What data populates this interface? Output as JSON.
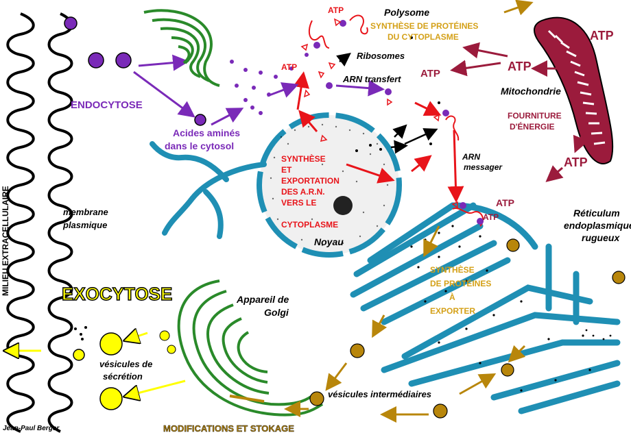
{
  "labels": {
    "polysome": "Polysome",
    "synth_cyto_1": "SYNTHÈSE DE PROTÉINES",
    "synth_cyto_2": "DU CYTOPLASME",
    "ribosomes": "Ribosomes",
    "arn_transfert": "ARN transfert",
    "mitochondrie": "Mitochondrie",
    "fourniture_1": "FOURNITURE",
    "fourniture_2": "D'ÉNERGIE",
    "endocytose": "ENDOCYTOSE",
    "acides_1": "Acides aminés",
    "acides_2": "dans le cytosol",
    "synth_arn_1": "SYNTHÈSE",
    "synth_arn_2": "ET",
    "synth_arn_3": "EXPORTATION",
    "synth_arn_4": "DES A.R.N.",
    "synth_arn_5": "VERS LE",
    "synth_arn_6": "CYTOPLASME",
    "noyau": "Noyau",
    "arn_messager_1": "ARN",
    "arn_messager_2": "messager",
    "milieu": "MILIEU EXTRACELLULAIRE",
    "membrane_1": "membrane",
    "membrane_2": "plasmique",
    "exocytose": "EXOCYTOSE",
    "golgi_1": "Appareil de",
    "golgi_2": "Golgi",
    "reticulum_1": "Réticulum",
    "reticulum_2": "endoplasmique",
    "reticulum_3": "rugueux",
    "synth_exp_1": "SYNTHÈSE",
    "synth_exp_2": "DE PROTÉINES",
    "synth_exp_3": "À",
    "synth_exp_4": "EXPORTER",
    "vesicules_secr_1": "vésicules de",
    "vesicules_secr_2": "sécrétion",
    "vesicules_inter": "vésicules intermédiaires",
    "modifications": "MODIFICATIONS ET STOKAGE",
    "author": "Jean-Paul Berger"
  },
  "atp": [
    "ATP",
    "ATP",
    "ATP",
    "ATP",
    "ATP",
    "ATP",
    "ATP",
    "ATP"
  ],
  "colors": {
    "er": "#1f8fb4",
    "golgi": "#2a8a2a",
    "mito": "#9b1b3c",
    "endo": "#7a2ab8",
    "rna": "#e8141a",
    "gold": "#b8860b",
    "yellow": "#ffff00"
  }
}
